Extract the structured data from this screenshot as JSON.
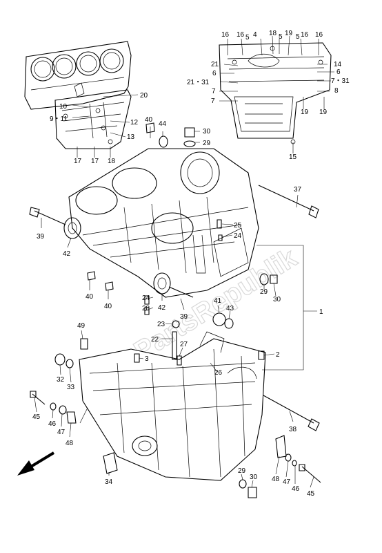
{
  "watermark": "PartsRepublik",
  "callouts": {
    "c16a": "16",
    "c16b": "16",
    "c5a": "5",
    "c4": "4",
    "c18": "18",
    "c5b": "5",
    "c19a": "19",
    "c5c": "5",
    "c16c": "16",
    "c16d": "16",
    "c21a": "21",
    "c14": "14",
    "c6a": "6",
    "c6b": "6",
    "c21_31": "21・31",
    "c7_31": "7・31",
    "c7a": "7",
    "c8": "8",
    "c7b": "7",
    "c19b": "19",
    "c19c": "19",
    "c15": "15",
    "c20": "20",
    "c10": "10",
    "c12": "12",
    "c9_11": "9・11",
    "c13": "13",
    "c17a": "17",
    "c17b": "17",
    "c18b": "18",
    "c40a": "40",
    "c44": "44",
    "c30a": "30",
    "c29a": "29",
    "c37": "37",
    "c39a": "39",
    "c42a": "42",
    "c25": "25",
    "c24a": "24",
    "c40b": "40",
    "c40c": "40",
    "c24b": "24",
    "c28": "28",
    "c42b": "42",
    "c39b": "39",
    "c29b": "29",
    "c30b": "30",
    "c41": "41",
    "c43": "43",
    "c1": "1",
    "c23": "23",
    "c49": "49",
    "c22": "22",
    "c27": "27",
    "c3": "3",
    "c2": "2",
    "c26": "26",
    "c32": "32",
    "c33": "33",
    "c45a": "45",
    "c46a": "46",
    "c47a": "47",
    "c48a": "48",
    "c38": "38",
    "c34": "34",
    "c29c": "29",
    "c30c": "30",
    "c48b": "48",
    "c47b": "47",
    "c46b": "46",
    "c45b": "45"
  }
}
